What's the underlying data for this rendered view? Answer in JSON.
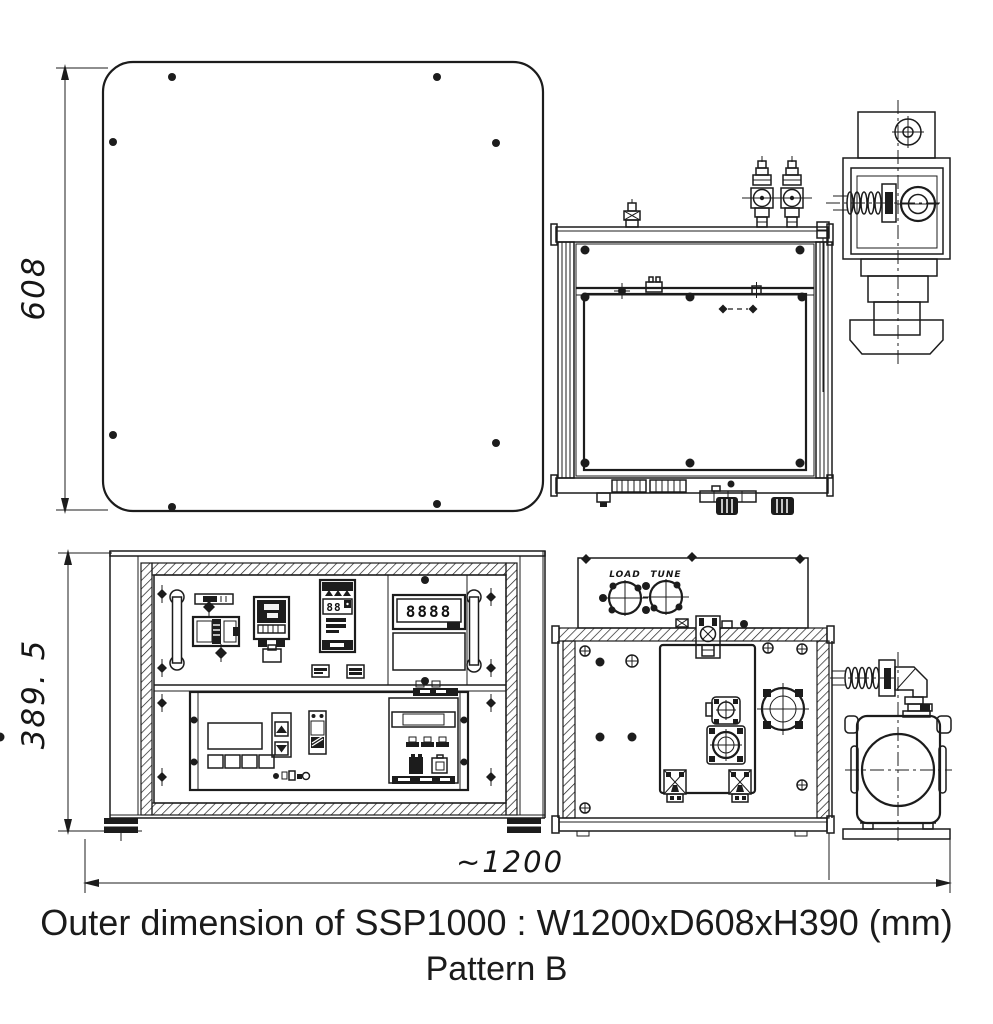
{
  "colors": {
    "drawing_line": "#1c1c1c",
    "background": "#ffffff"
  },
  "dimensions": {
    "depth": "608",
    "height": "389. 5",
    "width": "~1200"
  },
  "dials": {
    "load_label": "LOAD",
    "tune_label": "TUNE"
  },
  "displays": {
    "panel_meter": "8888",
    "controller": "88"
  },
  "caption": {
    "line1": "Outer dimension of SSP1000 : W1200xD608xH390 (mm)",
    "line2": "Pattern B"
  }
}
